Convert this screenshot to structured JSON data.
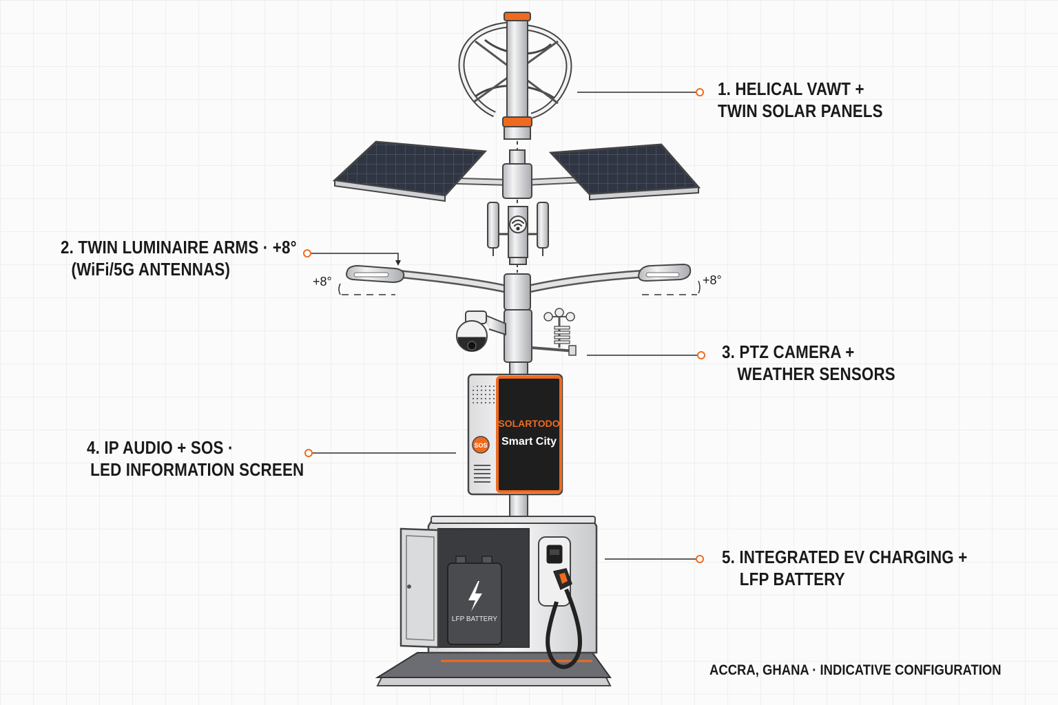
{
  "callouts": [
    {
      "id": "c1",
      "lines": [
        "1. HELICAL VAWT +",
        "TWIN SOLAR PANELS"
      ]
    },
    {
      "id": "c2",
      "lines": [
        "2. TWIN LUMINAIRE ARMS · +8°",
        "(WiFi/5G ANTENNAS)"
      ]
    },
    {
      "id": "c3",
      "lines": [
        "3. PTZ CAMERA +",
        "WEATHER SENSORS"
      ]
    },
    {
      "id": "c4",
      "lines": [
        "4. IP AUDIO + SOS ·",
        "LED INFORMATION SCREEN"
      ]
    },
    {
      "id": "c5",
      "lines": [
        "5. INTEGRATED EV CHARGING +",
        "LFP BATTERY"
      ]
    }
  ],
  "tilt_label_left": "+8°",
  "tilt_label_right": "+8°",
  "screen": {
    "brand": "SOLARTODO",
    "subtitle": "Smart City"
  },
  "sos_label": "SOS",
  "battery_label": "LFP BATTERY",
  "footer": "ACCRA, GHANA · INDICATIVE CONFIGURATION",
  "colors": {
    "accent": "#ef6a1f",
    "ink": "#2b2b2b",
    "metal": "#d9dadc",
    "panel": "#2e3440"
  },
  "icons": [
    "wifi-icon",
    "lightning-bolt-icon"
  ]
}
